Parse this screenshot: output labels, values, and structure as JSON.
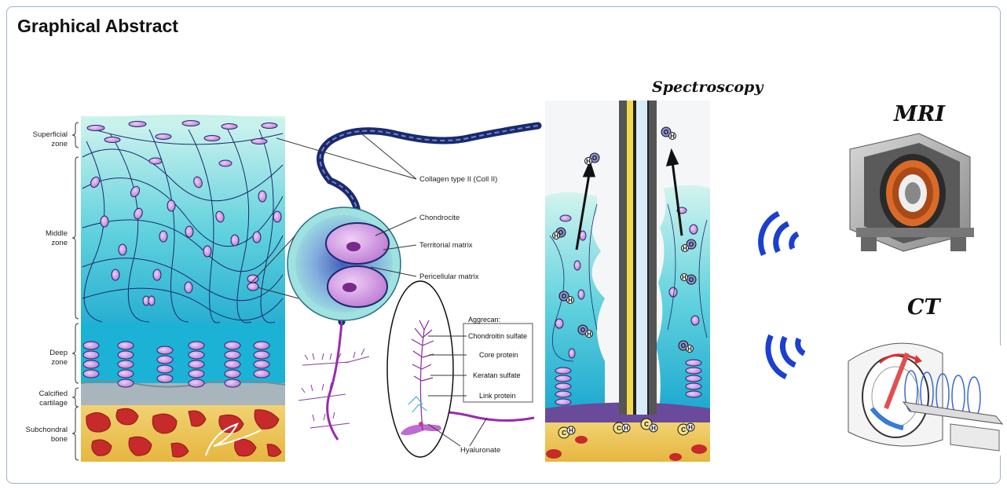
{
  "title": "Graphical Abstract",
  "headers": {
    "spectroscopy": "Spectroscopy",
    "mri": "MRI",
    "ct": "CT"
  },
  "zones": {
    "superficial": [
      "Superficial",
      "zone"
    ],
    "middle": [
      "Middle",
      "zone"
    ],
    "deep": [
      "Deep",
      "zone"
    ],
    "calcified": [
      "Calcified",
      "cartilage"
    ],
    "subchondral": [
      "Subchondral",
      "bone"
    ]
  },
  "structure_labels": {
    "collagen": "Collagen type II (Coll II)",
    "chondrocite": "Chondrocite",
    "territorial": "Territorial matrix",
    "pericellular": "Pericellular matrix",
    "aggrecan": "Aggrecan:",
    "chondroitin": "Chondroitin sulfate",
    "core": "Core protein",
    "keratan": "Keratan sulfate",
    "link": "Link protein",
    "hyaluronate": "Hyaluronate"
  },
  "molecules": {
    "h": "H",
    "o": "O",
    "c": "C"
  },
  "colors": {
    "cartilage_top": "#c9f1ea",
    "cartilage_bottom": "#1fb8d4",
    "cell": "#d7a3e6",
    "fiber": "#1c2a6b",
    "bone": "#c62a2a",
    "bone_bg": "#e9c55a",
    "signal": "#1b3fd0"
  }
}
